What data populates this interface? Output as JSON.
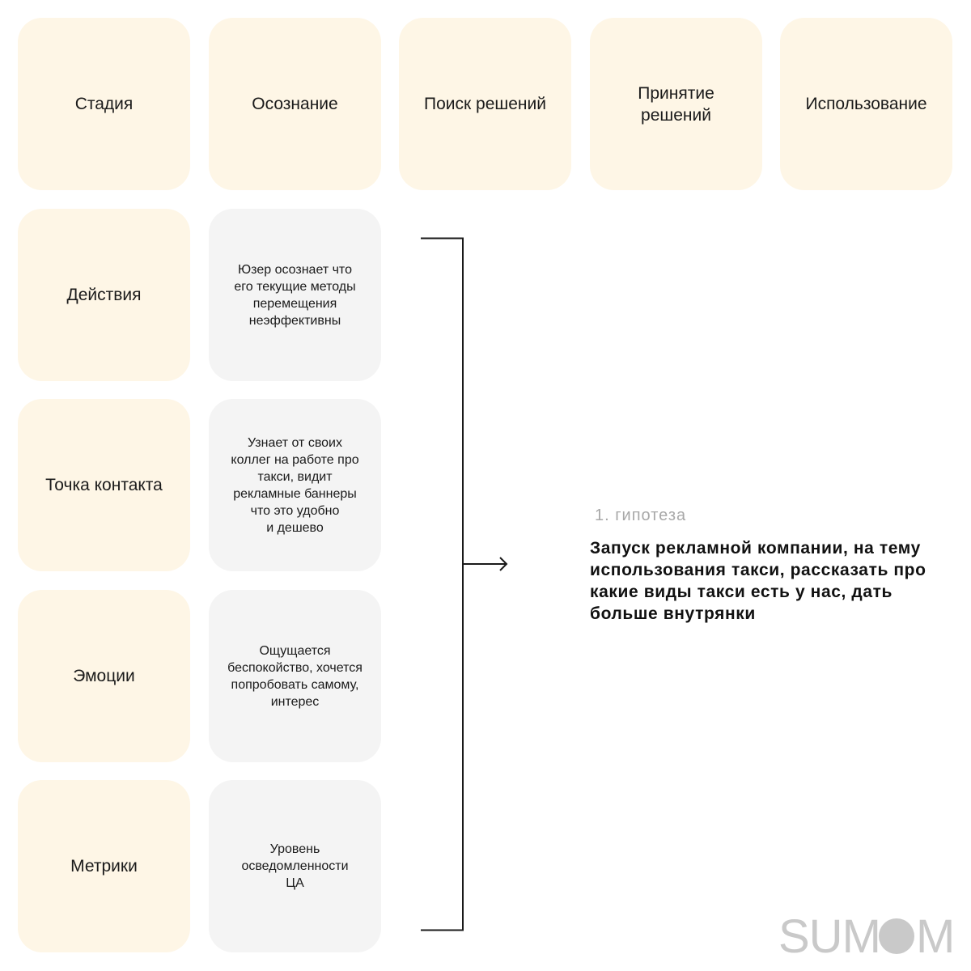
{
  "header": {
    "stage": "Стадия",
    "awareness": "Осознание",
    "search": "Поиск решений",
    "decision": "Принятие\nрешений",
    "usage": "Использование"
  },
  "rows": [
    {
      "label": "Действия",
      "awareness": "Юзер осознает что\nего текущие методы\nперемещения\nнеэффективны"
    },
    {
      "label": "Точка контакта",
      "awareness": "Узнает от своих\nколлег на работе про\nтакси, видит\nрекламные баннеры\nчто это удобно\nи дешево"
    },
    {
      "label": "Эмоции",
      "awareness": "Ощущается\nбеспокойство, хочется\nпопробовать самому,\nинтерес"
    },
    {
      "label": "Метрики",
      "awareness": "Уровень\nосведомленности\nЦА"
    }
  ],
  "hypothesis": {
    "number": "1. гипотеза",
    "text": "Запуск рекламной компании, на тему использования такси, рассказать про какие виды такси есть у нас, дать больше внутрянки"
  },
  "logo": {
    "text_left": "SUM",
    "text_right": "M"
  },
  "colors": {
    "cream": "#fef6e6",
    "grey": "#f4f4f4",
    "line": "#1a1a1a",
    "logo": "#c9c9c9"
  }
}
